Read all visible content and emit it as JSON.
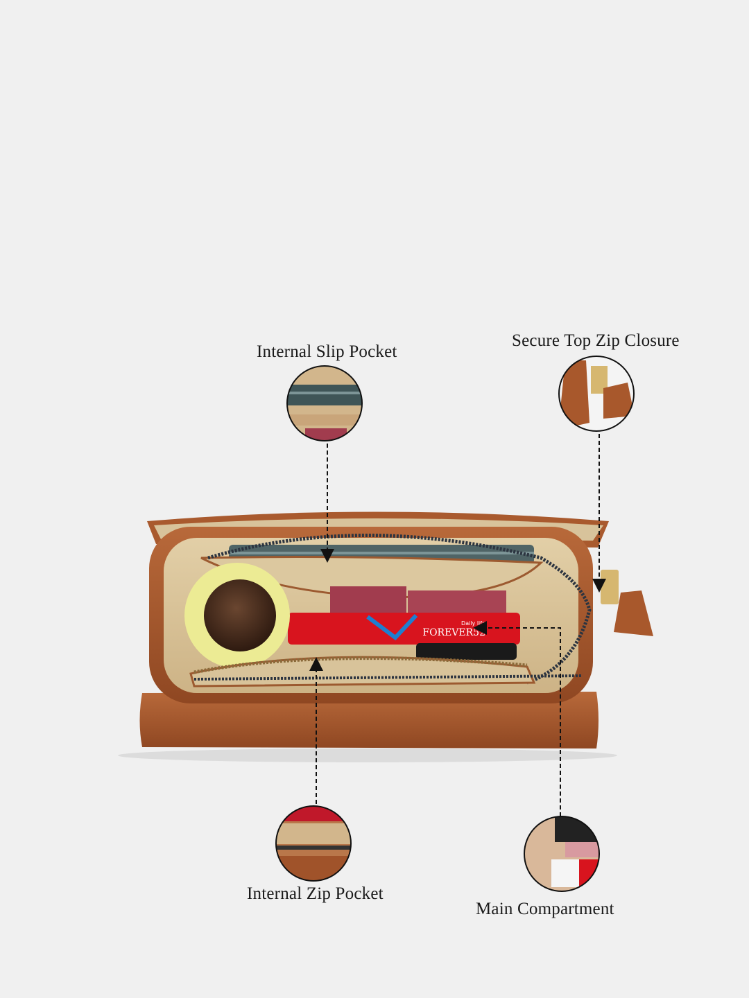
{
  "callouts": {
    "slip_pocket": "Internal Slip Pocket",
    "top_zip": "Secure Top Zip Closure",
    "zip_pocket": "Internal Zip Pocket",
    "main_compartment": "Main Compartment"
  },
  "product_lettering": {
    "mascara_brand": "Daily life",
    "mascara_name": "FOREVER52"
  },
  "colors": {
    "background": "#f0f0f0",
    "leather": "#a8582c",
    "lining": "#d9c39a",
    "accent_red": "#d8141e"
  }
}
